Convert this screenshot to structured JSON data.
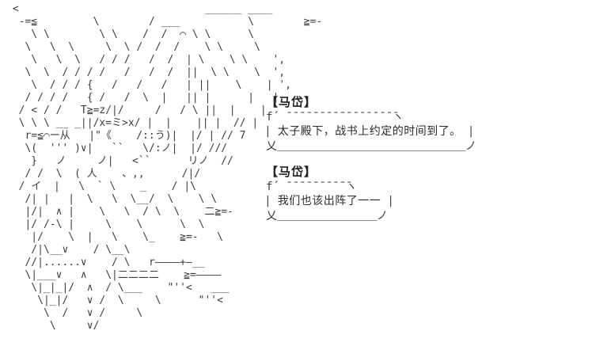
{
  "colors": {
    "background": "#ffffff",
    "ink": "#3c3c3c"
  },
  "ascii_art": {
    "lines": [
      " <                              ______ ____",
      "  -=≦         \\        / ___           \\        ≧=-",
      "    \\ \\        \\ \\    /  /  ⌒ \\ \\      \\",
      "   \\   \\  \\     \\  \\ /  /  /    \\ \\     \\",
      "    \\   \\  \\   / / /   /  /  | \\    \\ \\    ',",
      "   \\  \\  / / / /   /   /  /  ||  \\ \\    \\  ',",
      "    \\  / / / {   /   /   /   | ||    \\    | ',",
      "   / / / /   { /   /  \\  |   || |      |   |",
      "  / < / /   T≧=z/|/     /   / \\ ||  |    |",
      "  \\ \\ \\ __ _||/x=ミ>x/ |  |    || |  // |",
      "   r=≦⌒ー从   |\"《    /::う)|  |/ | // 7",
      "   \\(  ''' )∨|   ``   \\/:ノ|  |/ ///",
      "    }   ノ     ノ|   <``      リノ  //",
      "   / /  \\  ( 人    、,,      /|/",
      "  / イ  |   \\  ` \\    _    / |\\",
      "   /| |   |  \\   \\  \\__/  \\    \\ \\",
      "   |/|  ∧ |    \\   \\  / \\  \\    二≧=-",
      "   |/ /-\\ |     \\    \\      \\  \\",
      "    |/    \\  |   \\    \\_    ≧=-   \\",
      "    /|\\__∨    / \\__\\",
      "   //|......∨    / \\   r――――+―__",
      "   \\|___∨   ∧   \\|二二二二    ≧=――――",
      "    \\|_|_|/  ∧  / \\___    \"''<   ___",
      "     \\|_|/   ∨ /  \\     \\      \"''<",
      "      \\  /   ∨ /     \\",
      "       \\     ∨/"
    ]
  },
  "dialogues": [
    {
      "speaker": "【马岱】",
      "text": "太子殿下，战书上约定的时间到了。",
      "bubble_top": "f´ ̄ ̄ ̄ ̄ ̄ ̄ ̄ ̄ ̄ ̄ ̄ ̄ ̄ ̄ ̄ ̄ ̄ヽ",
      "side_left": "|",
      "side_right": "|",
      "bubble_bottom": "乂＿＿＿＿＿＿＿＿＿＿＿＿＿＿＿＿＿ノ"
    },
    {
      "speaker": "【马岱】",
      "text": "我们也该出阵了一一",
      "bubble_top": "f´ ̄ ̄ ̄ ̄ ̄ ̄ ̄ ̄ ̄ ̄ヽ",
      "side_left": "|",
      "side_right": "|",
      "bubble_bottom": "乂＿＿＿＿＿＿＿＿＿ノ"
    }
  ]
}
